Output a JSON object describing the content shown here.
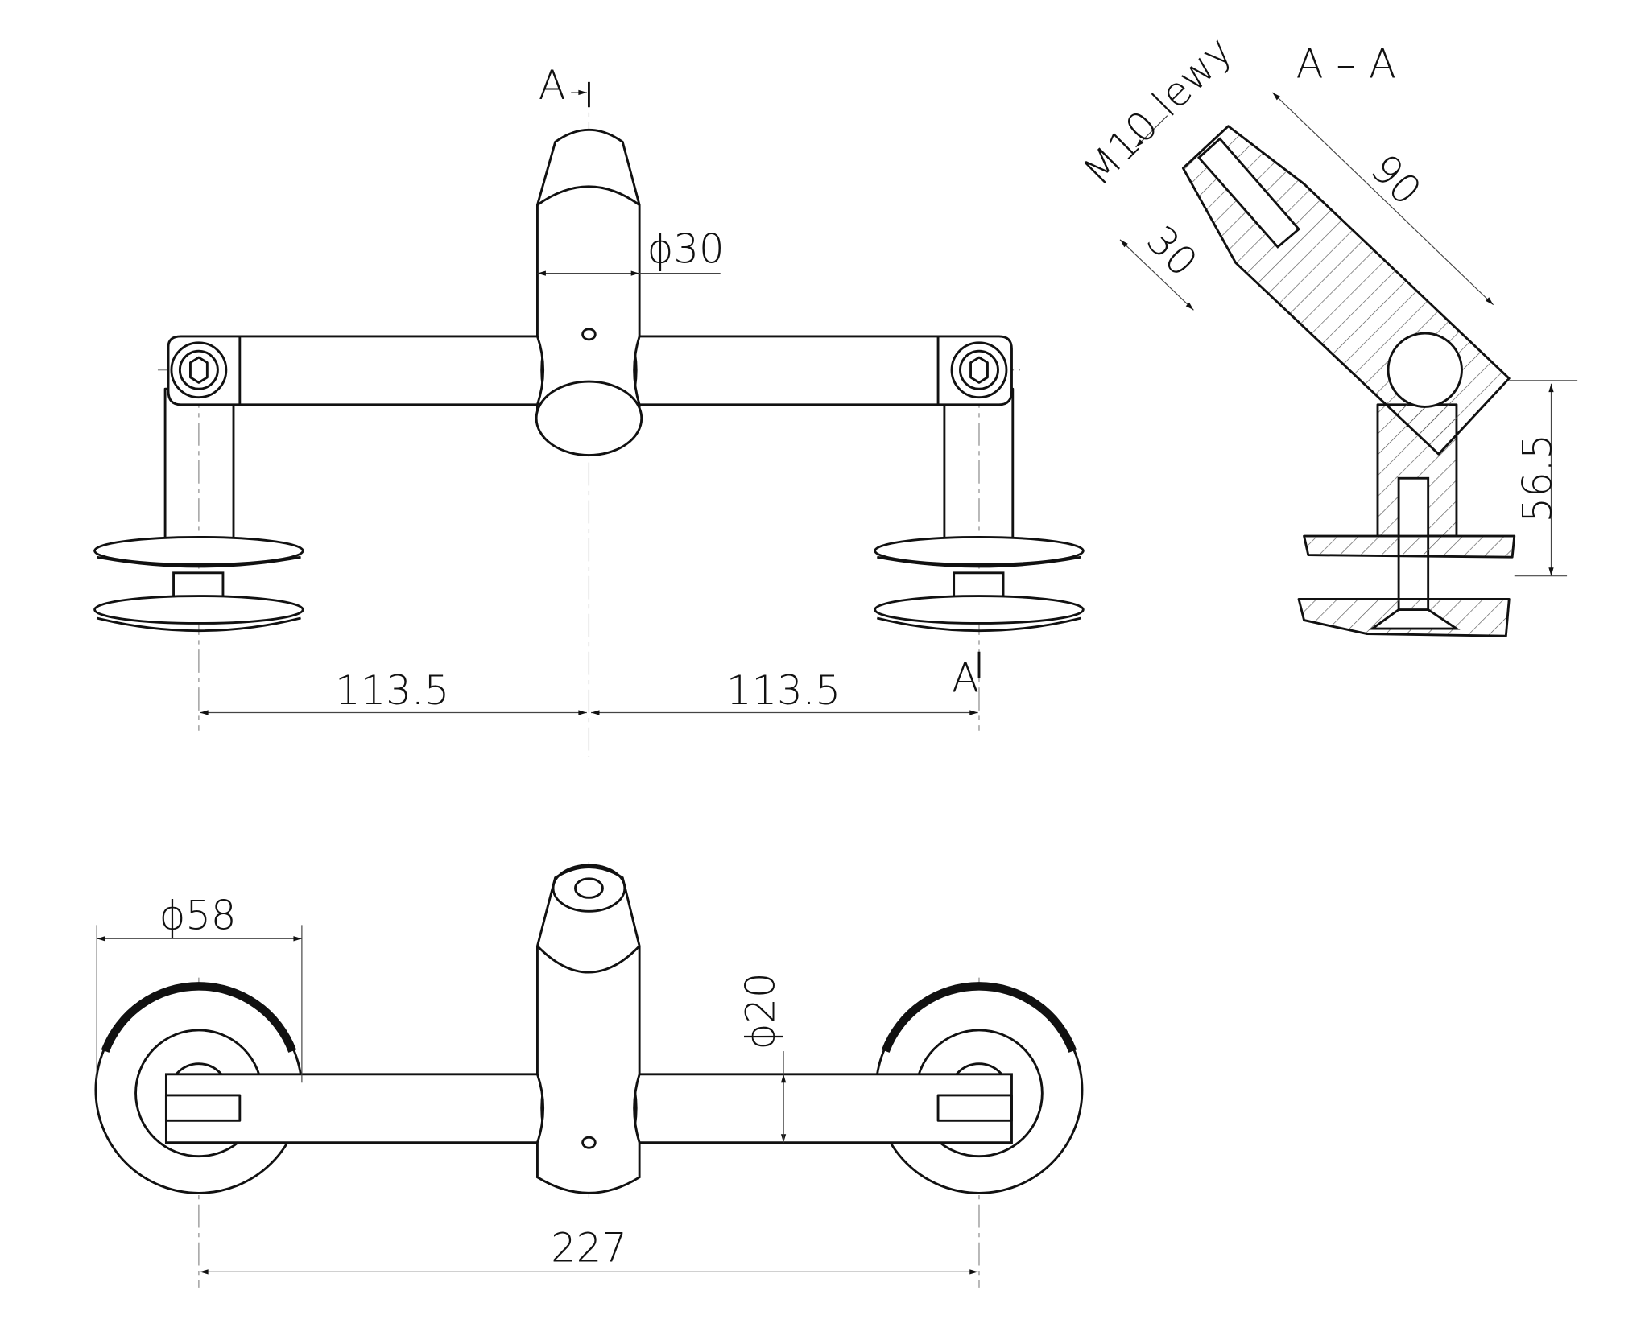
{
  "section_marks": {
    "top": "A",
    "bottom": "A",
    "section_title": "A – A"
  },
  "front_view": {
    "diameter_post": "ϕ30",
    "dim_left": "113.5",
    "dim_right": "113.5"
  },
  "plan_view": {
    "diameter_disc": "ϕ58",
    "diameter_arm": "ϕ20",
    "dim_total": "227"
  },
  "section_view": {
    "thread": "M10 lewy",
    "length": "90",
    "depth": "30",
    "height": "56.5"
  },
  "colors": {
    "line": "#111111",
    "background": "#ffffff"
  }
}
